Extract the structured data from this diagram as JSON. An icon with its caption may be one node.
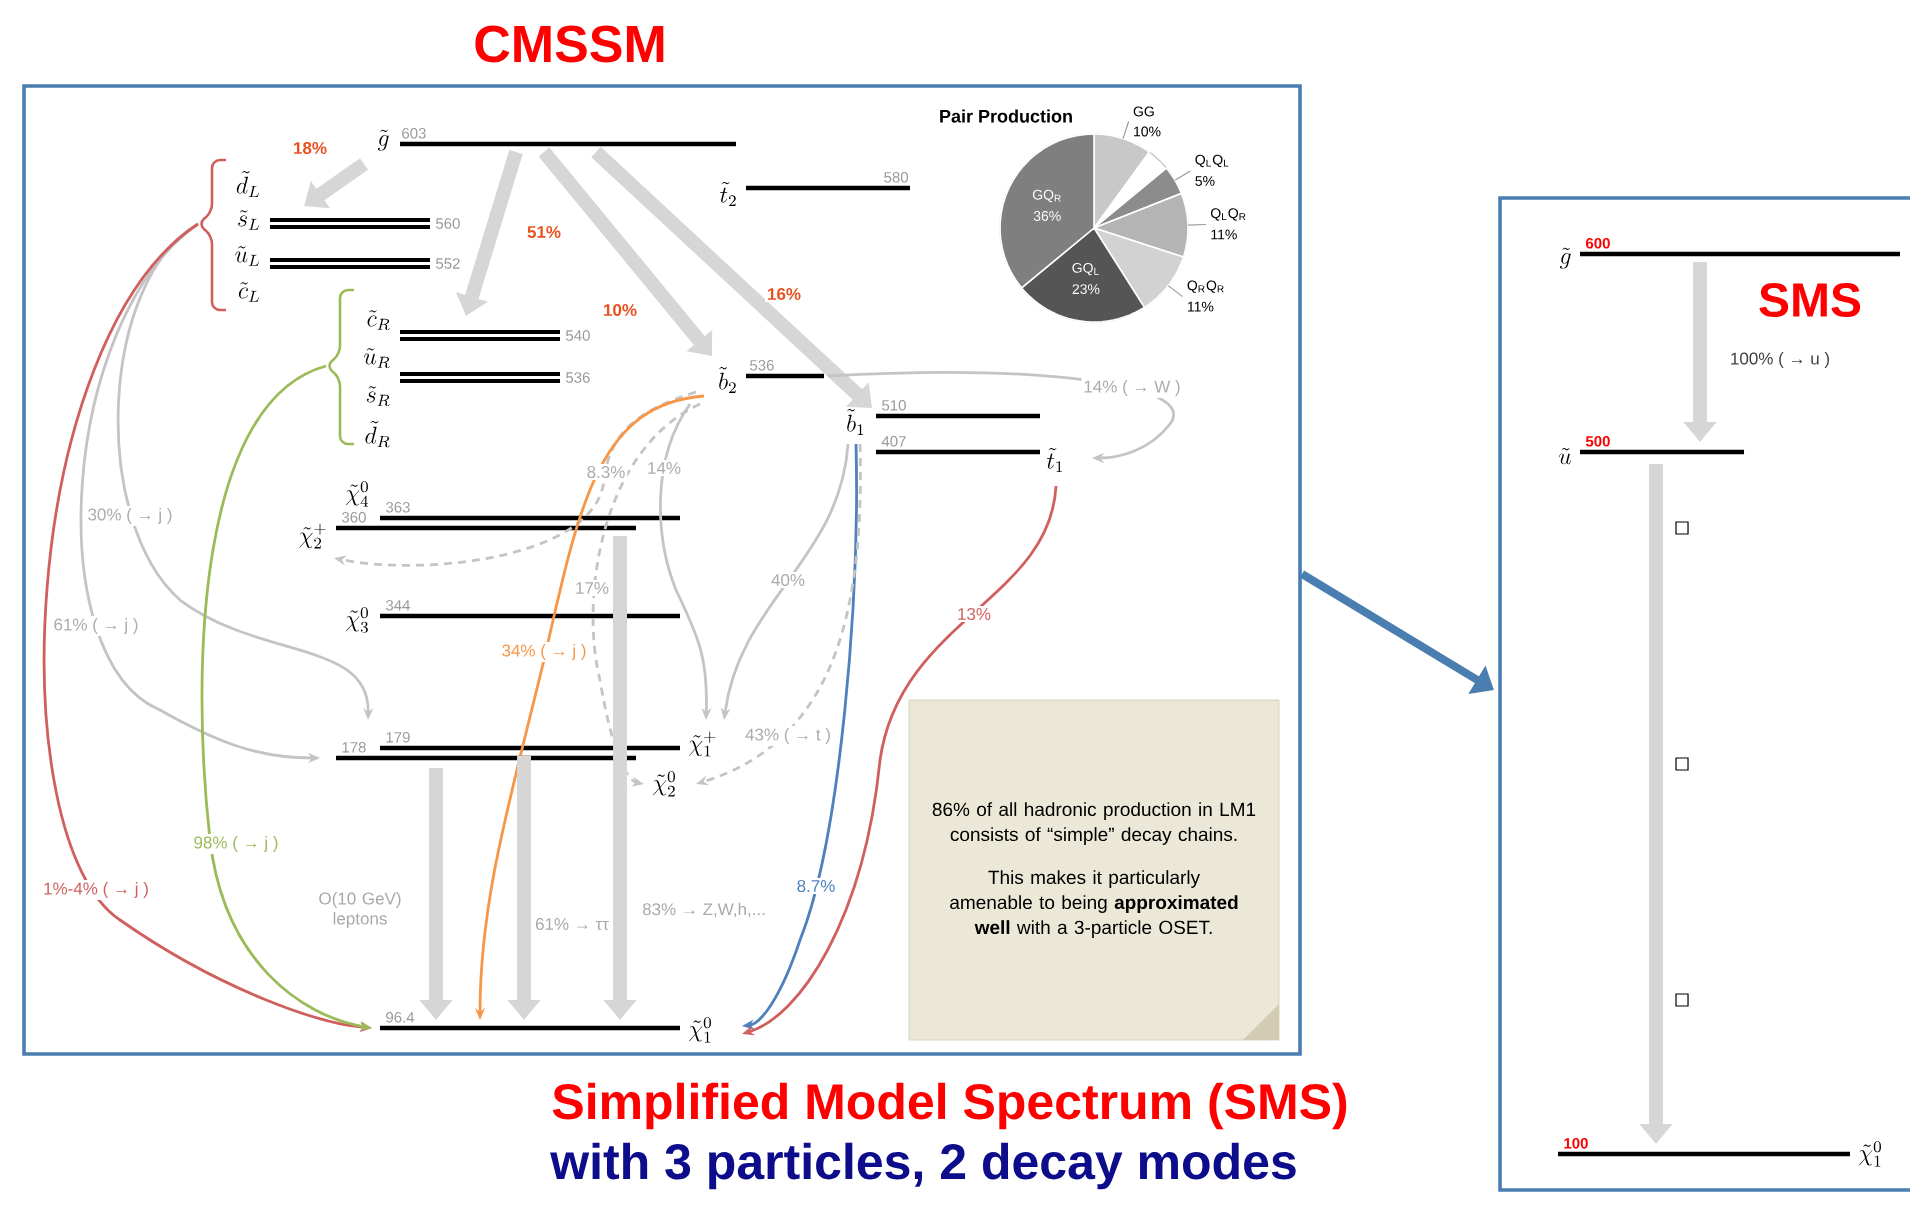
{
  "diagram": {
    "nodes": [
      {
        "text": [
          "CMSSM"
        ]
      },
      {
        "text": [
          "SMS"
        ]
      },
      {
        "text": [
          "\\tilde{g}"
        ],
        "beside": [
          "603"
        ],
        "in": 0
      },
      {
        "text": [
          "\\tilde{t}_{2}"
        ],
        "beside": [
          "580"
        ],
        "in": 0
      },
      {
        "text": [
          "\\tilde{d}_{L}",
          "\\tilde{s}_{L}",
          "\\tilde{u}_{L}",
          "\\tilde{c}_{L}",
          "560",
          "552"
        ],
        "in": 0
      },
      {
        "text": [
          "\\tilde{c}_{R}",
          "\\tilde{u}_{R}",
          "\\tilde{s}_{R}",
          "\\tilde{d}_{R}",
          "540",
          "536"
        ],
        "in": 0
      },
      {
        "text": [
          "\\tilde{b}_{2}"
        ],
        "beside": [
          "536"
        ],
        "in": 0
      },
      {
        "text": [
          "\\tilde{b}_{1}"
        ],
        "beside": [
          "510"
        ],
        "in": 0
      },
      {
        "text": [
          "\\tilde{t}_{1}"
        ],
        "beside": [
          "407"
        ],
        "in": 0
      },
      {
        "text": [
          "\\tilde{\\chi}_{4}^{0}"
        ],
        "beside": [
          "363"
        ],
        "in": 0
      },
      {
        "text": [
          "\\tilde{\\chi}_{2}^{+}"
        ],
        "beside": [
          "360"
        ],
        "in": 0
      },
      {
        "text": [
          "\\tilde{\\chi}_{3}^{0}"
        ],
        "beside": [
          "344"
        ],
        "in": 0
      },
      {
        "text": [
          "\\tilde{\\chi}_{1}^{+}"
        ],
        "beside": [
          "179"
        ],
        "in": 0
      },
      {
        "text": [
          "\\tilde{\\chi}_{2}^{0}"
        ],
        "beside": [
          "178"
        ],
        "in": 0
      },
      {
        "text": [
          "\\tilde{\\chi}_{1}^{0}"
        ],
        "beside": [
          "96.4"
        ],
        "in": 0
      },
      {
        "text": [
          "86% of all hadronic production in LM1 consists of “simple” decay chains.",
          "This makes it particularly amenable to being **approximated well** with a 3-particle OSET."
        ],
        "in": 0
      },
      {
        "text": [
          "\\tilde{g}"
        ],
        "beside": [
          "600"
        ],
        "in": 1
      },
      {
        "text": [
          "\\tilde{u}"
        ],
        "beside": [
          "500"
        ],
        "in": 1
      },
      {
        "text": [
          "\\tilde{\\chi}_{1}^{0}"
        ],
        "beside": [
          "100"
        ],
        "in": 1
      }
    ],
    "edges": [
      {
        "from": 2,
        "to": 4,
        "arrow": "to",
        "label": "18%",
        "style": "thick"
      },
      {
        "from": 2,
        "to": 5,
        "arrow": "to",
        "label": "51%",
        "style": "thick"
      },
      {
        "from": 2,
        "to": 6,
        "arrow": "to",
        "label": "10%",
        "style": "thick"
      },
      {
        "from": 2,
        "to": 7,
        "arrow": "to",
        "label": "16%",
        "style": "thick"
      },
      {
        "from": 4,
        "to": 12,
        "arrow": "to",
        "label": "30% ( → j )"
      },
      {
        "from": 4,
        "to": 13,
        "arrow": "to",
        "label": "61% ( → j )"
      },
      {
        "from": 4,
        "to": 14,
        "arrow": "to",
        "label": "1%-4% ( → j )",
        "color": "#d0605e"
      },
      {
        "from": 5,
        "to": 14,
        "arrow": "to",
        "label": "98% ( → j )",
        "color": "#9bbb59"
      },
      {
        "from": 6,
        "to": 10,
        "arrow": "to",
        "label": "8.3%",
        "style": "dashed"
      },
      {
        "from": 6,
        "to": 14,
        "arrow": "to",
        "label": "34% ( → j )",
        "color": "#f79646"
      },
      {
        "from": 6,
        "to": 12,
        "arrow": "to",
        "label": "14%"
      },
      {
        "from": 6,
        "to": 13,
        "arrow": "to",
        "label": "17%",
        "style": "dashed"
      },
      {
        "from": 7,
        "to": 14,
        "arrow": "to",
        "label": "8.7%",
        "color": "#4f81bd"
      },
      {
        "from": 7,
        "to": 12,
        "arrow": "to",
        "label": "40%"
      },
      {
        "from": 7,
        "to": 13,
        "arrow": "to",
        "label": "43% ( → t )",
        "style": "dashed"
      },
      {
        "from": 6,
        "to": 8,
        "arrow": "to",
        "label": "14% ( → W )"
      },
      {
        "from": 8,
        "to": 14,
        "arrow": "to",
        "label": "13%",
        "color": "#d0605e"
      },
      {
        "from": 13,
        "to": 14,
        "arrow": "to",
        "label": "O(10 GeV) leptons",
        "style": "thick"
      },
      {
        "from": 12,
        "to": 14,
        "arrow": "to",
        "label": "61% → ττ",
        "style": "thick"
      },
      {
        "from": 10,
        "to": 14,
        "arrow": "to",
        "label": "83% → Z,W,h,...",
        "style": "thick"
      },
      {
        "from": 0,
        "to": 1,
        "arrow": "to",
        "style": "thick",
        "color": "#4a7eb0"
      },
      {
        "from": 16,
        "to": 17,
        "arrow": "to",
        "label": "100% ( → u )",
        "style": "thick"
      },
      {
        "from": 17,
        "to": 18,
        "arrow": "to",
        "style": "thick"
      }
    ],
    "labels": [
      "Simplified Model Spectrum (SMS)",
      "with 3 particles, 2 decay modes"
    ],
    "chart_data": {
      "type": "pie",
      "title": "Pair Production",
      "categories": [
        "GG",
        "Q$_{L}$Q$_{L}$",
        "Q$_{L}$Q$_{R}$",
        "Q$_{R}$Q$_{R}$",
        "GQ$_{L}$",
        "GQ$_{R}$"
      ],
      "values": [
        10,
        5,
        11,
        11,
        23,
        36
      ],
      "value_labels": [
        "10%",
        "5%",
        "11%",
        "11%",
        "23%",
        "36%"
      ]
    }
  }
}
